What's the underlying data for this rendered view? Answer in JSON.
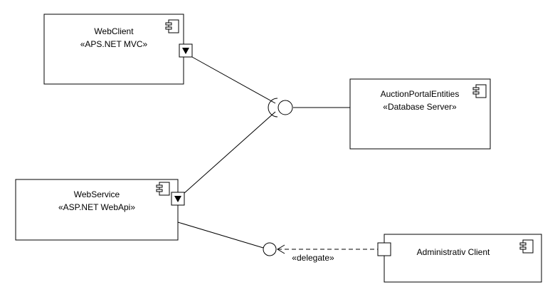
{
  "components": [
    {
      "id": "webclient",
      "name": "WebClient",
      "stereotype": "«APS.NET MVC»"
    },
    {
      "id": "auctionportal",
      "name": "AuctionPortalEntities",
      "stereotype": "«Database Server»"
    },
    {
      "id": "webservice",
      "name": "WebService",
      "stereotype": "«ASP.NET WebApi»"
    },
    {
      "id": "adminclient",
      "name": "Administrativ Client",
      "stereotype": ""
    }
  ],
  "connectors": {
    "delegate_label": "«delegate»"
  },
  "icons": {
    "component": "component-icon",
    "port_arrow": "port-down-arrow-icon",
    "lollipop": "provided-interface-icon",
    "socket": "required-interface-icon"
  }
}
